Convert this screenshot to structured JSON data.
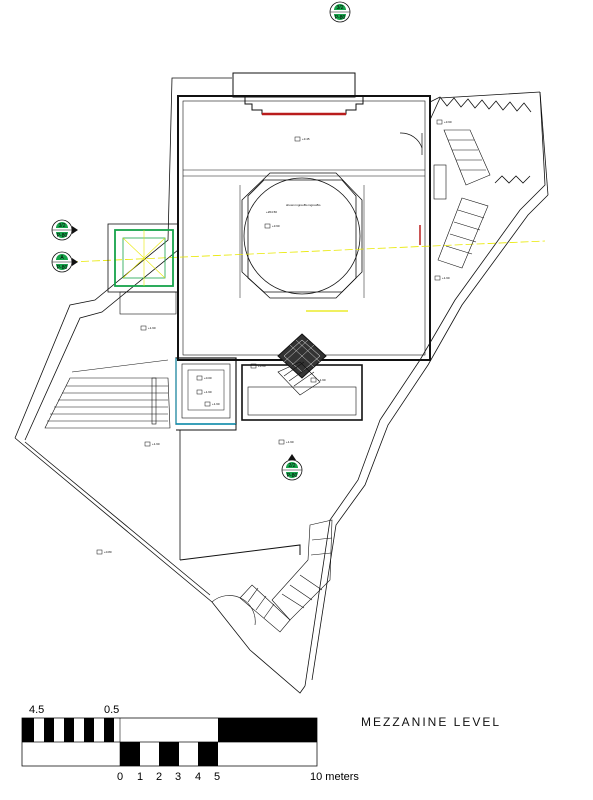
{
  "drawing": {
    "level_title": "MEZZANINE LEVEL",
    "center_note": "shown ingrooBo ingrooBo",
    "center_elev": "+264.50",
    "colors": {
      "line": "#111111",
      "axis_yellow": "#e8e800",
      "marker_green": "#16a34a",
      "door_red": "#b91c1c",
      "cyan": "#0891b2"
    }
  },
  "section_markers": [
    {
      "id": "top",
      "top": "3/2",
      "bottom": "P-80"
    },
    {
      "id": "left-upper",
      "top": "3/2",
      "bottom": "P-80"
    },
    {
      "id": "left-lower",
      "top": "A",
      "bottom": "P-80"
    },
    {
      "id": "center",
      "top": "2/2",
      "bottom": "P-80"
    }
  ],
  "level_marks": [
    {
      "id": "m1",
      "text": "+3.45"
    },
    {
      "id": "m2",
      "text": "+3.60"
    },
    {
      "id": "m3",
      "text": "+3.60"
    },
    {
      "id": "m4",
      "text": "+1.60"
    },
    {
      "id": "m5",
      "text": "+1.60"
    },
    {
      "id": "m6",
      "text": "+3.60"
    },
    {
      "id": "m7",
      "text": "+1.60"
    },
    {
      "id": "m8",
      "text": "+1.60"
    },
    {
      "id": "m9",
      "text": "+1.60"
    },
    {
      "id": "m10",
      "text": "+0.80"
    },
    {
      "id": "m11",
      "text": "+0.00"
    },
    {
      "id": "m12",
      "text": "+1.60"
    },
    {
      "id": "m13",
      "text": "+1.60"
    }
  ],
  "scale_bar": {
    "top_labels": [
      "4.5",
      "0.5"
    ],
    "bottom_labels": [
      "0",
      "1",
      "2",
      "3",
      "4",
      "5",
      "10 meters"
    ]
  }
}
